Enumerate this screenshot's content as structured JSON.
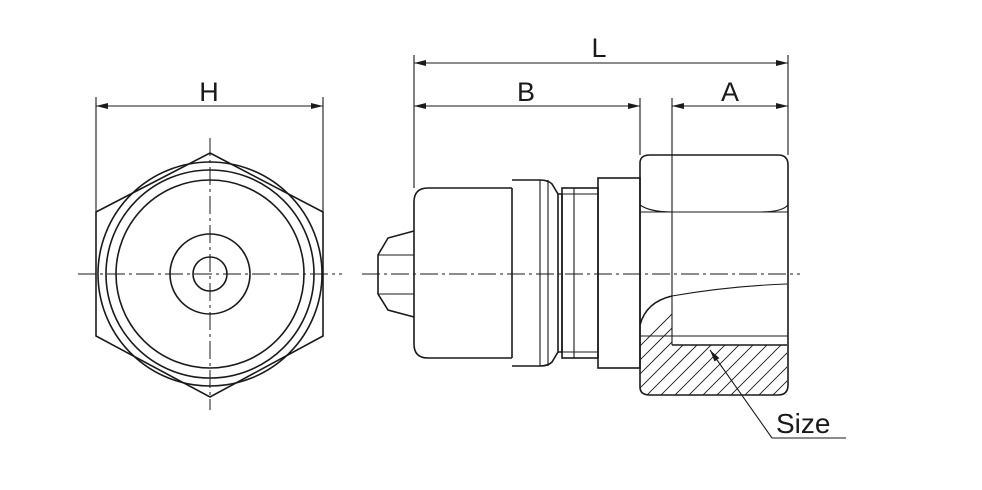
{
  "labels": {
    "hex_width": "H",
    "overall_length": "L",
    "body_length": "B",
    "thread_depth": "A",
    "thread_size": "Size"
  },
  "colors": {
    "line": "#1a1a1a",
    "background": "#ffffff"
  }
}
